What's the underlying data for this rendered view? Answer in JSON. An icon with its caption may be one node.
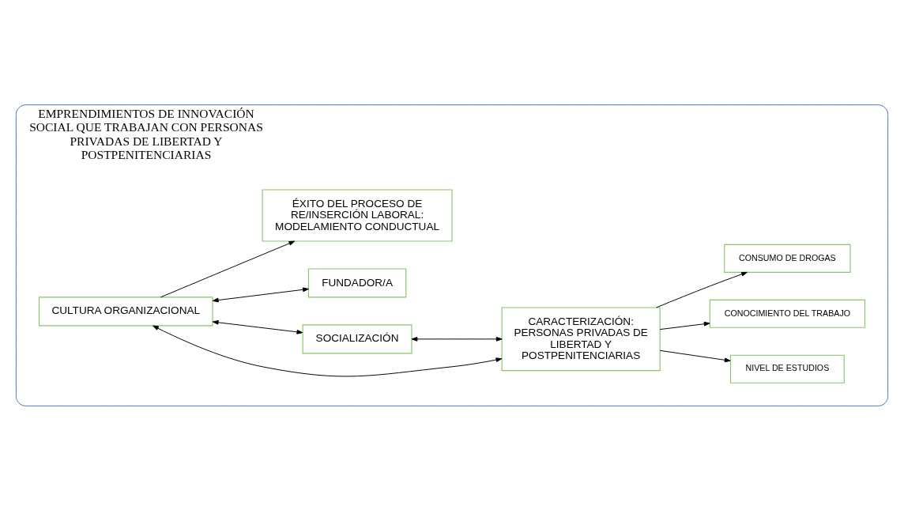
{
  "diagram": {
    "nodes": [
      {
        "text": [
          "EMPRENDIMIENTOS DE INNOVACIÓN SOCIAL QUE TRABAJAN CON PERSONAS PRIVADAS DE LIBERTAD Y POSTPENITENCIARIAS"
        ]
      },
      {
        "text": [
          "CARACTERIZACIÓN: PERSONAS PRIVADAS DE LIBERTAD Y POSTPENITENCIARIAS"
        ],
        "in": 0
      },
      {
        "text": [
          "NIVEL DE ESTUDIOS"
        ],
        "in": 0
      },
      {
        "text": [
          "CONOCIMIENTO DEL TRABAJO"
        ],
        "in": 0
      },
      {
        "text": [
          "CONSUMO DE DROGAS"
        ],
        "in": 0
      },
      {
        "text": [
          "SOCIALIZACIÓN"
        ],
        "in": 0
      },
      {
        "text": [
          "FUNDADOR/A"
        ],
        "in": 0
      },
      {
        "text": [
          "CULTURA ORGANIZACIONAL"
        ],
        "in": 0
      },
      {
        "text": [
          "ÉXITO DEL PROCESO DE RE/INSERCIÓN LABORAL: MODELAMIENTO CONDUCTUAL"
        ],
        "in": 0
      }
    ],
    "edges": [
      {
        "from": 5,
        "to": 1,
        "arrow": "both"
      },
      {
        "from": 1,
        "to": 2,
        "arrow": "to"
      },
      {
        "from": 1,
        "to": 3,
        "arrow": "to"
      },
      {
        "from": 1,
        "to": 4,
        "arrow": "to"
      },
      {
        "from": 7,
        "to": 5,
        "arrow": "both"
      },
      {
        "from": 7,
        "to": 1,
        "arrow": "both"
      },
      {
        "from": 7,
        "to": 6,
        "arrow": "both"
      },
      {
        "from": 7,
        "to": 8,
        "arrow": "to"
      }
    ]
  }
}
